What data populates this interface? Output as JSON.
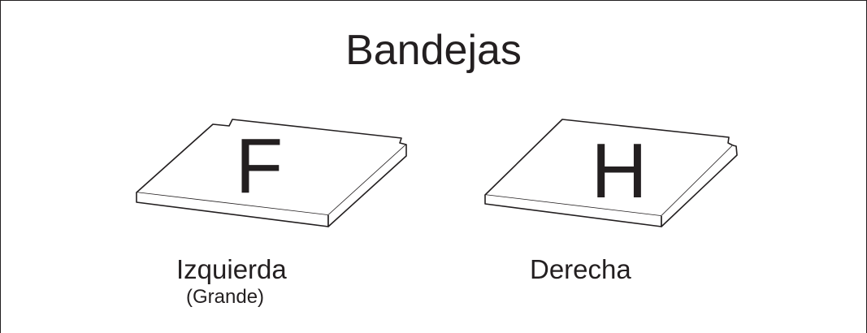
{
  "title": "Bandejas",
  "trays": [
    {
      "letter": "F",
      "label": "Izquierda",
      "sublabel": "(Grande)"
    },
    {
      "letter": "H",
      "label": "Derecha"
    }
  ],
  "colors": {
    "ink": "#231f20",
    "background": "#ffffff"
  }
}
